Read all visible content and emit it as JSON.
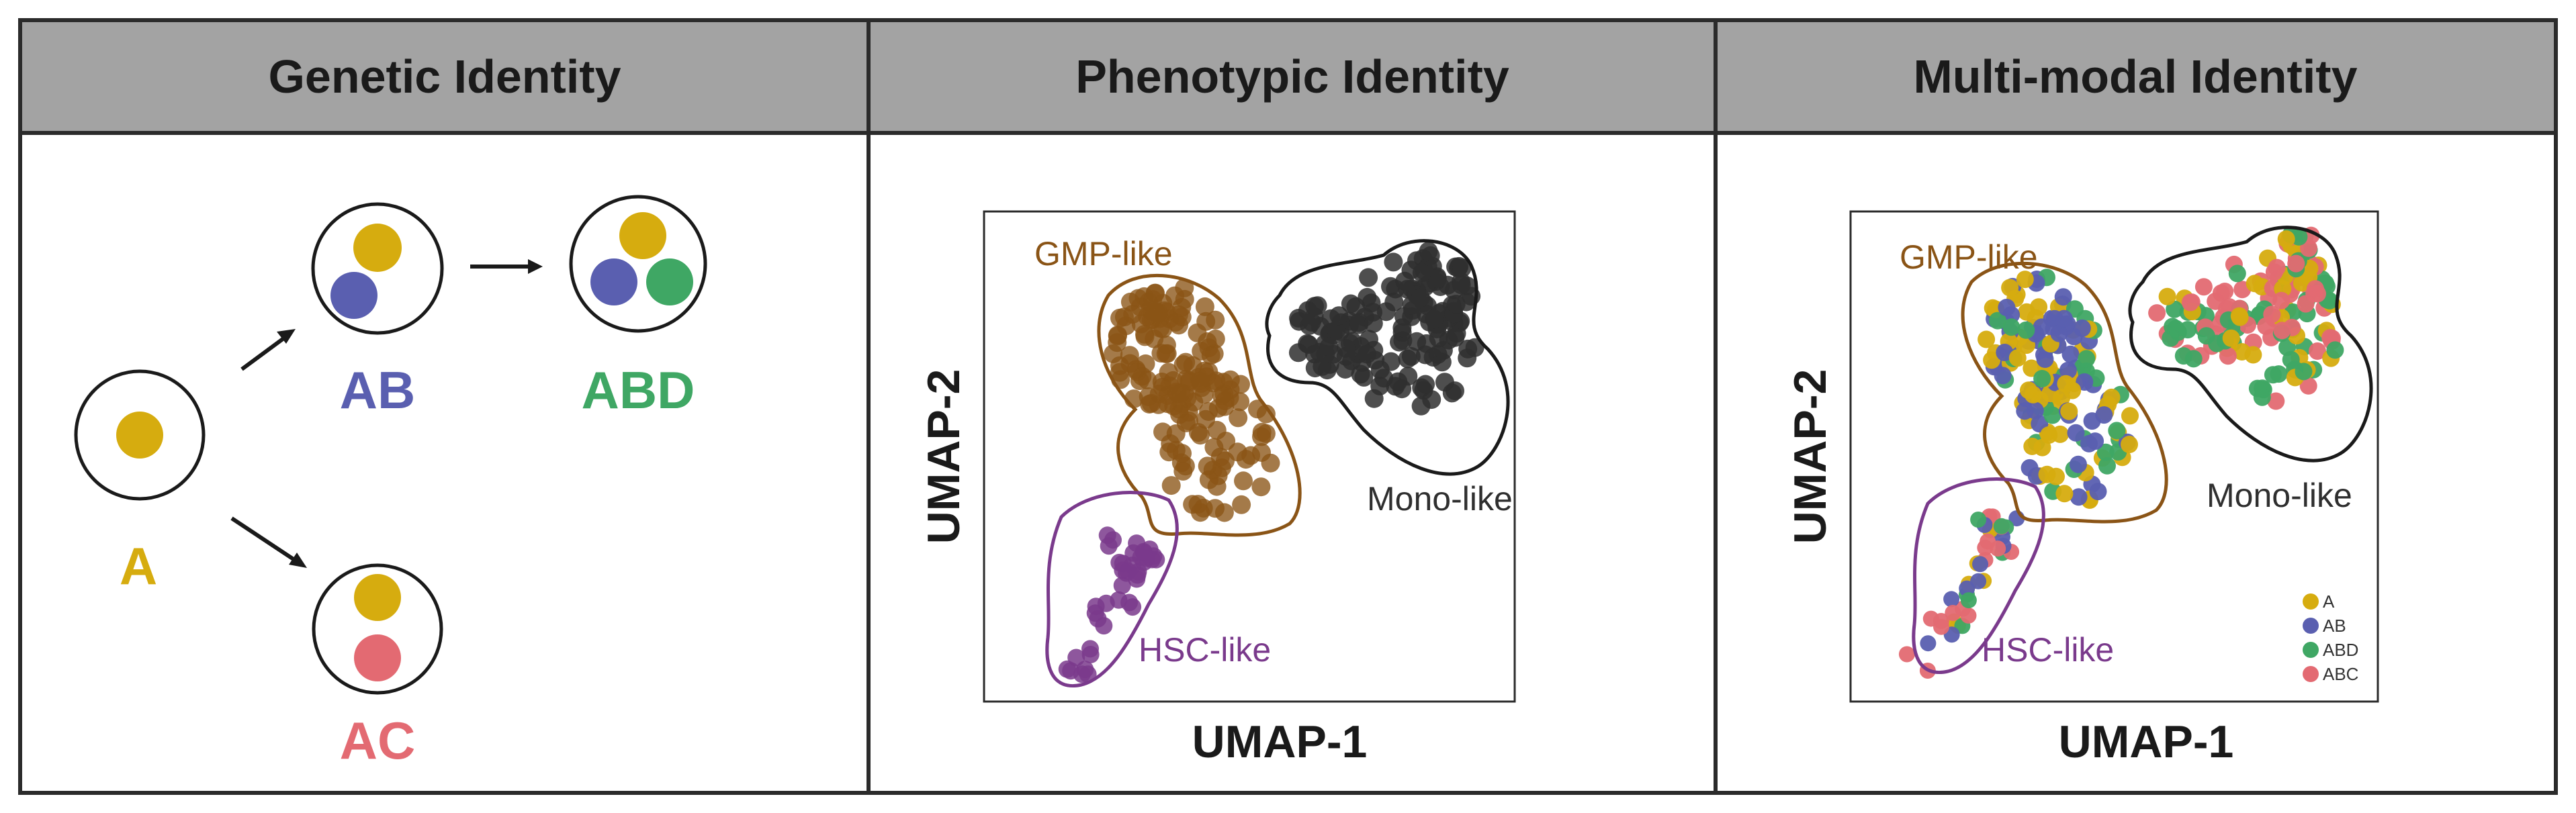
{
  "headers": {
    "genetic": "Genetic Identity",
    "phenotypic": "Phenotypic Identity",
    "multimodal": "Multi-modal Identity"
  },
  "colors": {
    "A": "#d6ac0f",
    "AB": "#5a5fb0",
    "ABD": "#3fa764",
    "AC": "#e36a72",
    "GMP": "#8a5416",
    "HSC": "#7a3a8c",
    "Mono": "#2f2f2f",
    "header_bg": "#a3a3a3"
  },
  "genetic_tree": {
    "nodes": [
      {
        "id": "A",
        "label": "A",
        "color_key": "A"
      },
      {
        "id": "AB",
        "label": "AB",
        "color_key": "AB"
      },
      {
        "id": "ABD",
        "label": "ABD",
        "color_key": "ABD"
      },
      {
        "id": "AC",
        "label": "AC",
        "color_key": "AC"
      }
    ],
    "edges": [
      [
        "A",
        "AB"
      ],
      [
        "AB",
        "ABD"
      ],
      [
        "A",
        "AC"
      ]
    ]
  },
  "phenotypic_plot": {
    "xlabel": "UMAP-1",
    "ylabel": "UMAP-2",
    "clusters": [
      {
        "name": "GMP-like",
        "color_key": "GMP"
      },
      {
        "name": "Mono-like",
        "color_key": "Mono"
      },
      {
        "name": "HSC-like",
        "color_key": "HSC"
      }
    ]
  },
  "multimodal_plot": {
    "xlabel": "UMAP-1",
    "ylabel": "UMAP-2",
    "clusters": [
      {
        "name": "GMP-like",
        "color_key": "GMP"
      },
      {
        "name": "Mono-like",
        "color_key": "Mono"
      },
      {
        "name": "HSC-like",
        "color_key": "HSC"
      }
    ],
    "legend": [
      {
        "label": "A",
        "color_key": "A"
      },
      {
        "label": "AB",
        "color_key": "AB"
      },
      {
        "label": "ABD",
        "color_key": "ABD"
      },
      {
        "label": "ABC",
        "color_key": "AC"
      }
    ]
  }
}
